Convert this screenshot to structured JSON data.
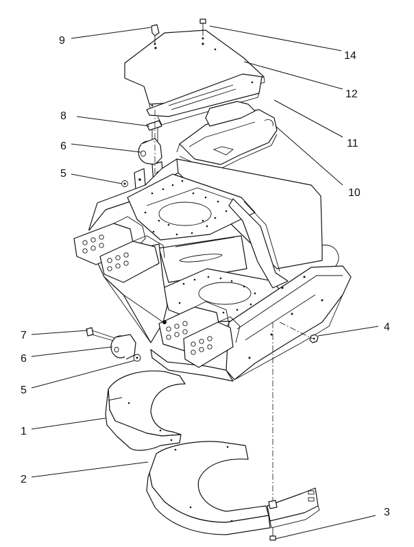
{
  "callouts": [
    {
      "id": "c9",
      "text": "9"
    },
    {
      "id": "c14",
      "text": "14"
    },
    {
      "id": "c12",
      "text": "12"
    },
    {
      "id": "c8",
      "text": "8"
    },
    {
      "id": "c11",
      "text": "11"
    },
    {
      "id": "c6a",
      "text": "6"
    },
    {
      "id": "c10",
      "text": "10"
    },
    {
      "id": "c5a",
      "text": "5"
    },
    {
      "id": "c4",
      "text": "4"
    },
    {
      "id": "c7",
      "text": "7"
    },
    {
      "id": "c6b",
      "text": "6"
    },
    {
      "id": "c5b",
      "text": "5"
    },
    {
      "id": "c1",
      "text": "1"
    },
    {
      "id": "c2",
      "text": "2"
    },
    {
      "id": "c3",
      "text": "3"
    }
  ],
  "colors": {
    "line": "#111111",
    "background": "#ffffff"
  }
}
